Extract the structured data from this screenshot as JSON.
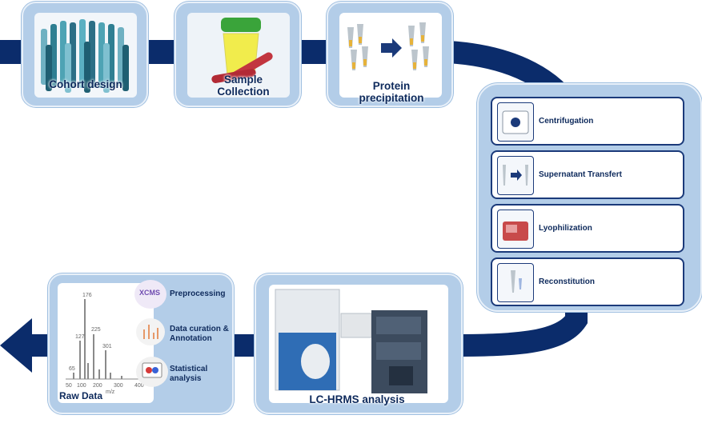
{
  "workflow": {
    "cohort_design": "Cohort design",
    "sample_collection": "Sample Collection",
    "protein_precipitation": "Protein precipitation",
    "steps": [
      {
        "label": "Centrifugation"
      },
      {
        "label": "Supernatant Transfert"
      },
      {
        "label": "Lyophilization"
      },
      {
        "label": "Reconstitution"
      }
    ],
    "lc_hrms": "LC-HRMS analysis",
    "raw_data": "Raw Data",
    "processing": {
      "xcms_logo": "XCMS",
      "preprocessing": "Preprocessing",
      "curation": "Data curation & Annotation",
      "statistics": "Statistical analysis"
    },
    "spectrum_peak_labels": [
      "176",
      "225",
      "127",
      "301",
      "65"
    ],
    "spectrum_axis_labels": [
      "50",
      "100",
      "200",
      "300",
      "400",
      "m/z"
    ]
  },
  "colors": {
    "flow_arrow": "#0b2c6b",
    "card_fill": "#b3cde8",
    "text": "#0e2a5c"
  }
}
